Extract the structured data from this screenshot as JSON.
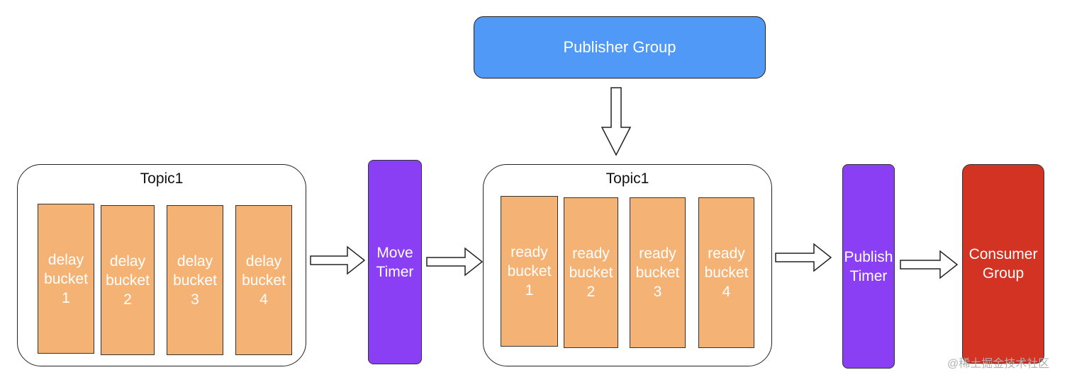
{
  "publisher": {
    "label": "Publisher Group"
  },
  "delay_topic": {
    "title": "Topic1",
    "buckets": [
      "delay\nbucket\n1",
      "delay\nbucket\n2",
      "delay\nbucket\n3",
      "delay\nbucket\n4"
    ]
  },
  "move_timer": {
    "label": "Move\nTimer"
  },
  "ready_topic": {
    "title": "Topic1",
    "buckets": [
      "ready\nbucket\n1",
      "ready\nbucket\n2",
      "ready\nbucket\n3",
      "ready\nbucket\n4"
    ]
  },
  "publish_timer": {
    "label": "Publish\nTimer"
  },
  "consumer": {
    "label": "Consumer\nGroup"
  },
  "watermark": "@稀土掘金技术社区",
  "colors": {
    "publisher": "#5199f6",
    "bucket": "#f4b374",
    "timer": "#8b3ff5",
    "consumer": "#d33323"
  }
}
